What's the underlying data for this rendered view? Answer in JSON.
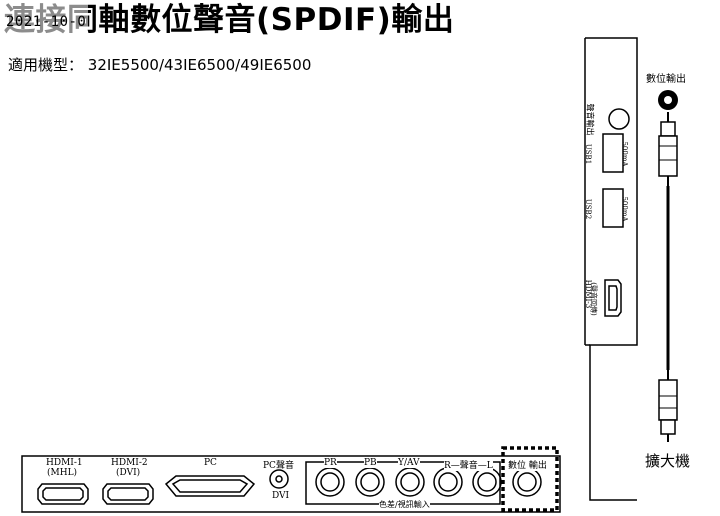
{
  "header": {
    "title": "連接同軸數位聲音(SPDIF)輸出",
    "overlay_text": "2021-10-0",
    "models_label": "適用機型：",
    "models": "32IE5500/43IE6500/49IE6500"
  },
  "side_panel": {
    "audio_out_label": "聲音輸出",
    "usb1_label": "USB1",
    "usb1_current": "500mA",
    "usb2_label": "USB2",
    "usb2_current": "500mA",
    "hdmi3_label": "HDMI-3",
    "hdmi3_sub": "(聲音回傳)"
  },
  "cable": {
    "top_label": "數位輸出",
    "bottom_label": "擴大機"
  },
  "bottom_panel": {
    "hdmi1_label": "HDMI-1",
    "hdmi1_sub": "(MHL)",
    "hdmi2_label": "HDMI-2",
    "hdmi2_sub": "(DVI)",
    "pc_label": "PC",
    "pc_audio_label": "PC聲音",
    "pc_audio_sub": "DVI",
    "pr_label": "PR",
    "pb_label": "PB",
    "yav_label": "Y/AV",
    "audio_label": "R—聲音—L",
    "digital_out_label": "數位 輸出",
    "component_label": "色差/視訊輸入"
  }
}
